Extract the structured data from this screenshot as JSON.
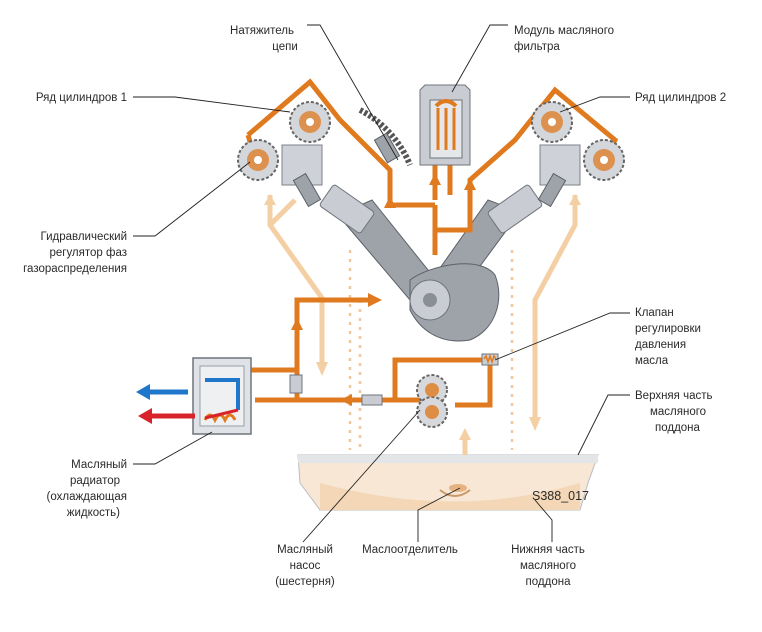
{
  "labels": {
    "chain_tensioner": [
      "Натяжитель",
      "цепи"
    ],
    "oil_filter_module": [
      "Модуль масляного",
      "фильтра"
    ],
    "cylinder_bank_1": [
      "Ряд цилиндров 1"
    ],
    "cylinder_bank_2": [
      "Ряд цилиндров 2"
    ],
    "hydraulic_cam_adjuster": [
      "Гидравлический",
      "регулятор фаз",
      "газораспределения"
    ],
    "pressure_relief_valve": [
      "Клапан",
      "регулировки",
      "давления",
      "масла"
    ],
    "upper_oil_sump": [
      "Верхняя часть",
      "масляного",
      "поддона"
    ],
    "oil_cooler": [
      "Масляный",
      "радиатор",
      "(охлаждающая",
      "жидкость)"
    ],
    "oil_pump": [
      "Масляный",
      "насос",
      "(шестерня)"
    ],
    "oil_separator": [
      "Маслоотделитель"
    ],
    "lower_oil_sump": [
      "Нижняя часть",
      "масляного",
      "поддона"
    ]
  },
  "figure_code": "S388_017",
  "colors": {
    "pressure_oil": "#e07a1f",
    "return_oil": "#f4cfa3",
    "coolant_in": "#1f77c9",
    "coolant_out": "#d9232a",
    "metal": "#c9cdd3"
  }
}
